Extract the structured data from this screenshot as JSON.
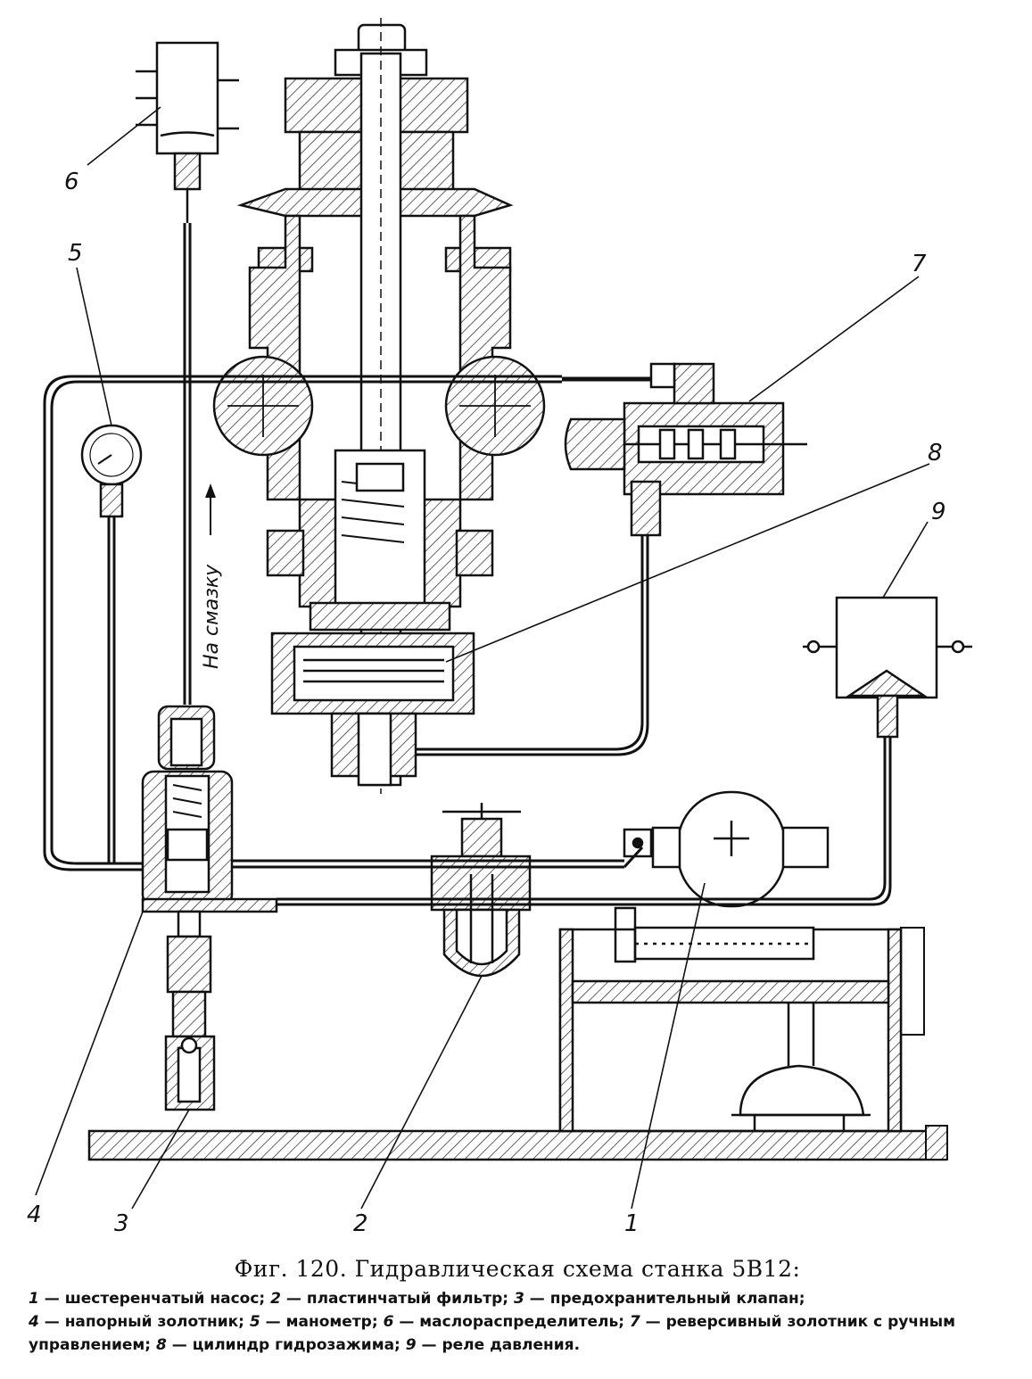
{
  "figure": {
    "title": "Фиг. 120. Гидравлическая схема станка 5В12:",
    "flow_annotation": "На смазку",
    "part_labels": {
      "p1": "1",
      "p2": "2",
      "p3": "3",
      "p4": "4",
      "p5": "5",
      "p6": "6",
      "p7": "7",
      "p8": "8",
      "p9": "9"
    }
  },
  "legend": [
    {
      "num": "1",
      "text": "шестеренчатый насос;"
    },
    {
      "num": "2",
      "text": "пластинчатый фильтр;"
    },
    {
      "num": "3",
      "text": "предохранительный клапан;"
    },
    {
      "num": "4",
      "text": "напорный золотник;"
    },
    {
      "num": "5",
      "text": "манометр;"
    },
    {
      "num": "6",
      "text": "маслораспределитель;"
    },
    {
      "num": "7",
      "text": "реверсивный золотник с ручным управлением;"
    },
    {
      "num": "8",
      "text": "цилиндр гидрозажима;"
    },
    {
      "num": "9",
      "text": "реле давления."
    }
  ]
}
